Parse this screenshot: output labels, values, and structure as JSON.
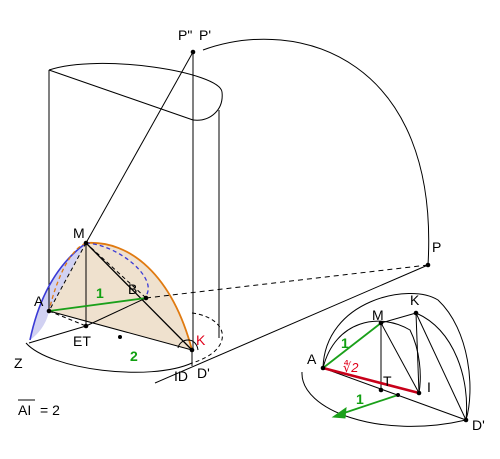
{
  "labels": {
    "P2": "P\"",
    "P1": "P'",
    "M_main": "M",
    "A_main": "A",
    "B": "B",
    "K_main": "K",
    "Z": "Z",
    "ET": "ET",
    "ID": "ID",
    "D1_main": "D'",
    "P": "P",
    "K_small": "K",
    "M_small": "M",
    "A_small": "A",
    "T": "T",
    "I": "I",
    "D1_small": "D'"
  },
  "segment_labels": {
    "one_main": "1",
    "two_main": "2",
    "one_small_upper": "1",
    "one_small_lower": "1",
    "root_red": "∜2"
  },
  "formula": {
    "text_segment": "AI",
    "equals": "= 2"
  },
  "colors": {
    "blue": "#3a3ad6",
    "orange": "#e07a10",
    "red": "#c8001a",
    "green": "#1aa01a",
    "fill_blue": "#c9c9f0",
    "fill_tan": "#ecdcc6"
  }
}
